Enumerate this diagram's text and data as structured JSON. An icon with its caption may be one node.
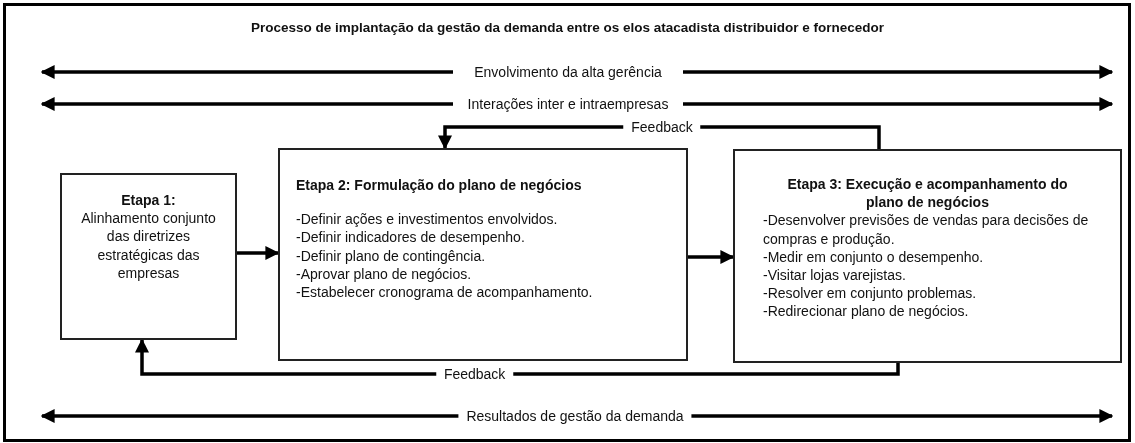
{
  "diagram": {
    "title": "Processo de implantação da gestão da demanda entre os elos atacadista distribuidor e fornecedor",
    "nodes": [
      {
        "text": [
          "Etapa 1:",
          "Alinhamento conjunto das diretrizes estratégicas das empresas"
        ]
      },
      {
        "text": [
          "Etapa 2: Formulação do plano de negócios",
          "-Definir ações e investimentos envolvidos.",
          "-Definir indicadores de desempenho.",
          "-Definir plano de contingência.",
          "-Aprovar plano de negócios.",
          "-Estabelecer cronograma de acompanhamento."
        ]
      },
      {
        "text": [
          "Etapa 3: Execução e acompanhamento do plano de negócios",
          "-Desenvolver previsões de vendas para decisões de compras e produção.",
          "-Medir em conjunto o desempenho.",
          "-Visitar lojas varejistas.",
          "-Resolver em conjunto problemas.",
          "-Redirecionar plano de negócios."
        ]
      }
    ],
    "edges": [
      {
        "from": 0,
        "to": 1,
        "arrow": "to"
      },
      {
        "from": 1,
        "to": 2,
        "arrow": "to"
      },
      {
        "from": 2,
        "to": 1,
        "arrow": "to",
        "label": "Feedback"
      },
      {
        "from": 2,
        "to": 0,
        "arrow": "to",
        "label": "Feedback"
      }
    ],
    "labels": [
      "Envolvimento da alta gerência",
      "Interações inter e intraempresas",
      "Resultados de gestão da demanda"
    ]
  }
}
